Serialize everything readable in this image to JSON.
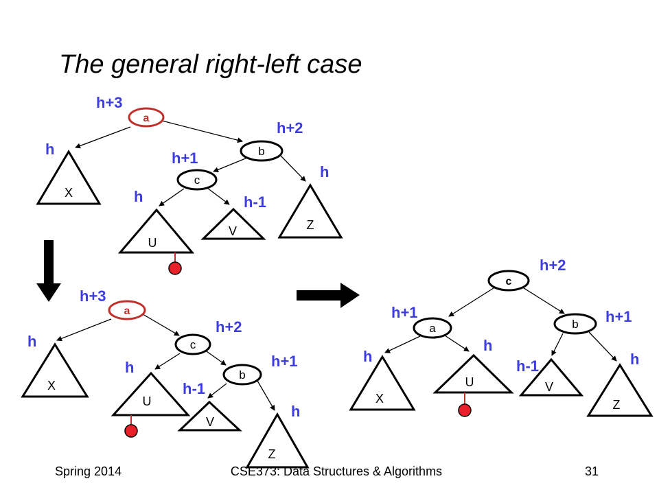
{
  "title": "The general right-left case",
  "footer": {
    "left": "Spring 2014",
    "center": "CSE373: Data Structures & Algorithms",
    "right": "31"
  },
  "colors": {
    "height_label": "#3c3ce0",
    "highlight_node": "#c0302a",
    "insertion_marker": "#e8202a"
  },
  "diagrams": {
    "top": {
      "nodes": {
        "a": "a",
        "b": "b",
        "c": "c"
      },
      "subtrees": {
        "x": "X",
        "u": "U",
        "v": "V",
        "z": "Z"
      },
      "heights": {
        "a": "h+3",
        "b": "h+2",
        "c": "h+1",
        "x": "h",
        "z": "h",
        "u": "h",
        "v": "h-1"
      }
    },
    "bottom_left": {
      "nodes": {
        "a": "a",
        "c": "c",
        "b": "b"
      },
      "subtrees": {
        "x": "X",
        "u": "U",
        "v": "V",
        "z": "Z"
      },
      "heights": {
        "a": "h+3",
        "c": "h+2",
        "b": "h+1",
        "x": "h",
        "u": "h",
        "v": "h-1",
        "z": "h"
      }
    },
    "bottom_right": {
      "nodes": {
        "c": "c",
        "a": "a",
        "b": "b"
      },
      "subtrees": {
        "x": "X",
        "u": "U",
        "v": "V",
        "z": "Z"
      },
      "heights": {
        "c": "h+2",
        "a": "h+1",
        "b": "h+1",
        "x": "h",
        "u": "h",
        "v": "h-1",
        "z": "h"
      }
    }
  },
  "icons": {
    "down_arrow": "arrow-down-icon",
    "right_arrow": "arrow-right-icon",
    "insertion_marker": "insertion-marker-icon"
  }
}
